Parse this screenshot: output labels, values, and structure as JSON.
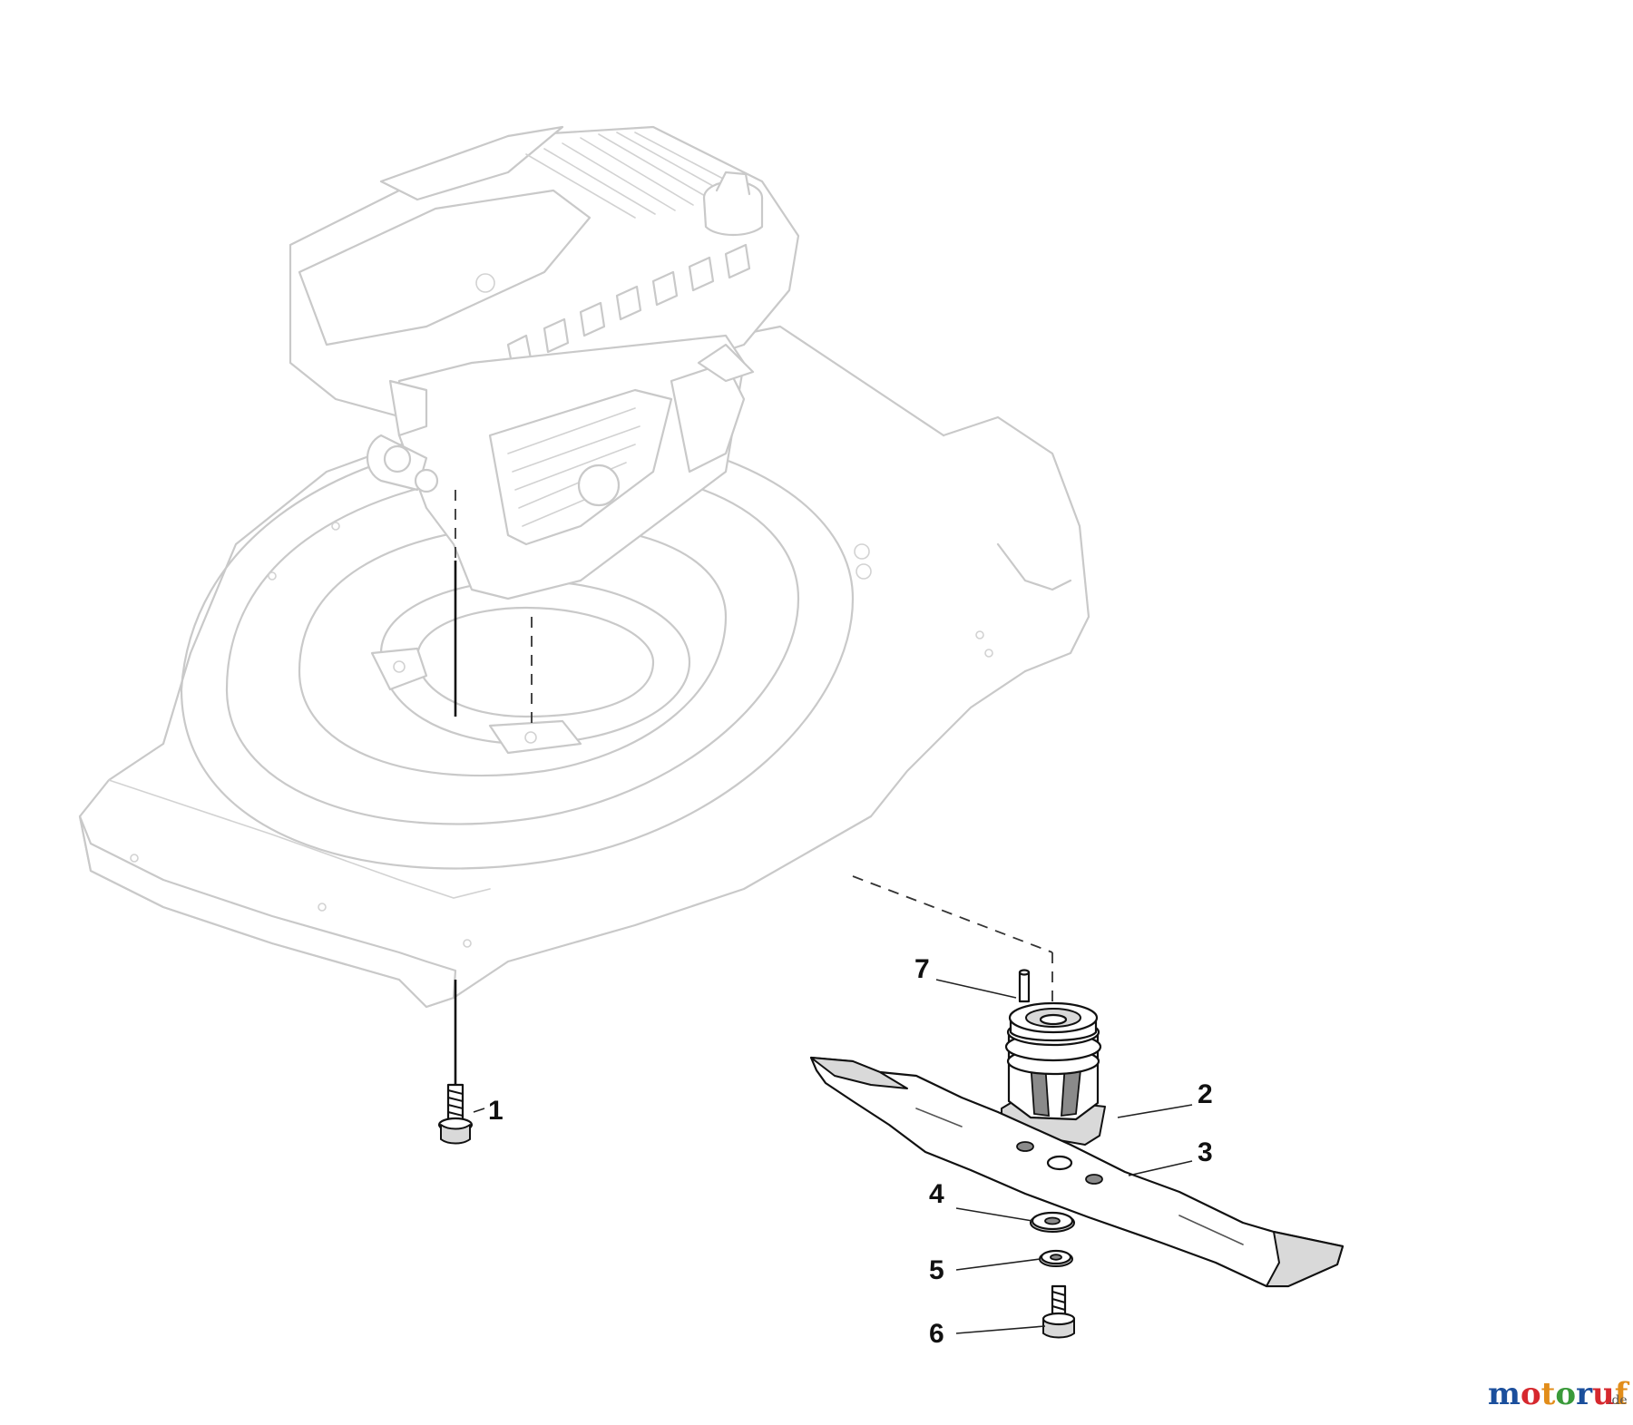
{
  "figure": {
    "background": "#ffffff",
    "ghost_color": "#c9c9c9",
    "part_color": "#111111"
  },
  "callouts": [
    {
      "id": "1",
      "label": "1"
    },
    {
      "id": "2",
      "label": "2"
    },
    {
      "id": "3",
      "label": "3"
    },
    {
      "id": "4",
      "label": "4"
    },
    {
      "id": "5",
      "label": "5"
    },
    {
      "id": "6",
      "label": "6"
    },
    {
      "id": "7",
      "label": "7"
    }
  ],
  "watermark": {
    "main": "motoruf",
    "suffix": ".de",
    "colors": [
      "#1b4f9c",
      "#d6282e",
      "#e28d1a",
      "#3a9a3a",
      "#1b4f9c",
      "#d6282e",
      "#e28d1a"
    ]
  }
}
